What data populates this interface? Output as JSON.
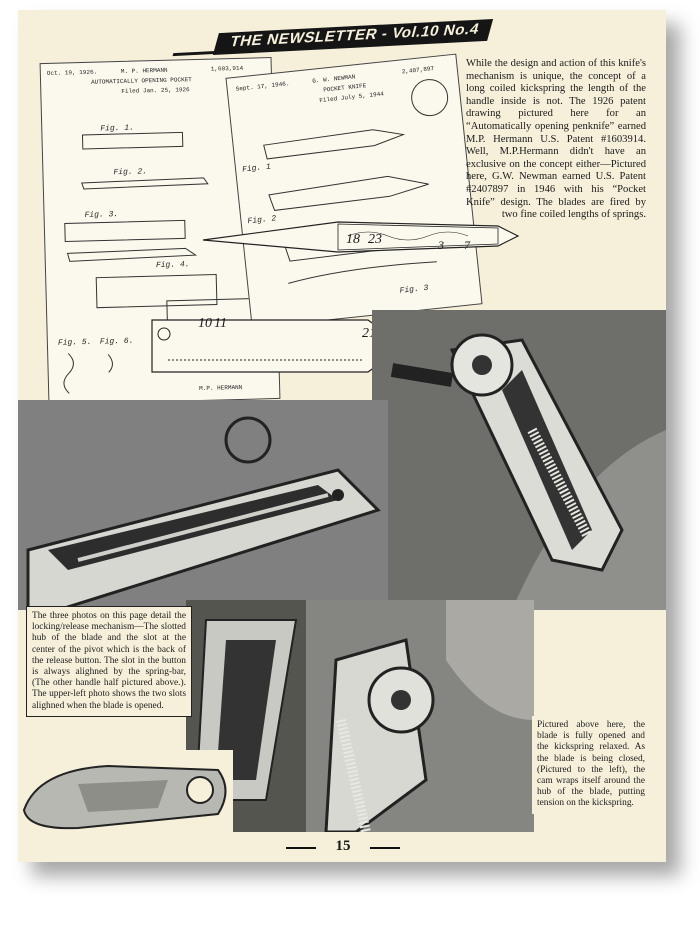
{
  "banner": {
    "title": "THE NEWSLETTER - Vol.10 No.4"
  },
  "intro_text": "While the design and action of this knife's mechanism is unique, the concept of a long coiled kickspring the length of the handle inside is not. The 1926 patent drawing pictured here for an “Automatically opening penknife” earned M.P. Hermann U.S. Patent #1603914. Well, M.P.Hermann didn't have an exclusive on the concept either—Pictured here, G.W. Newman earned U.S. Patent #2407897 in 1946 with his “Pocket Knife” design. The blades are fired by two fine coiled lengths of springs.",
  "patent_1926": {
    "date": "Oct. 19, 1926.",
    "inventor": "M. P. HERMANN",
    "number": "1,603,914",
    "title": "AUTOMATICALLY OPENING POCKET",
    "filed": "Filed Jan. 25, 1926",
    "signature": "M.P. HERMANN",
    "figures": [
      "Fig. 1.",
      "Fig. 2.",
      "Fig. 3.",
      "Fig. 4.",
      "Fig. 5.",
      "Fig. 6."
    ],
    "callouts": [
      "10",
      "11",
      "21"
    ]
  },
  "patent_1946": {
    "date": "Sept. 17, 1946.",
    "inventor": "G. W. NEWMAN",
    "number": "2,407,897",
    "title": "POCKET KNIFE",
    "filed": "Filed July 5, 1944",
    "figures": [
      "Fig. 1",
      "Fig. 2",
      "Fig. 3"
    ],
    "callouts": [
      "18",
      "23",
      "3",
      "7"
    ]
  },
  "caption_left": "The three photos on this page detail the locking/release mechanism—The slotted hub of the blade and the slot at the center of the pivot which is the back of the release button. The slot in the button is always alighned by the spring-bar, (The other handle half pictured above.). The upper-left photo shows the two slots alighned when the blade is opened.",
  "caption_right": "Pictured above here, the blade is fully opened and the kickspring relaxed. As the blade is being closed, (Pictured to the left), the cam wraps itself around the hub of the blade, putting tension on the kickspring.",
  "page_number": "15"
}
